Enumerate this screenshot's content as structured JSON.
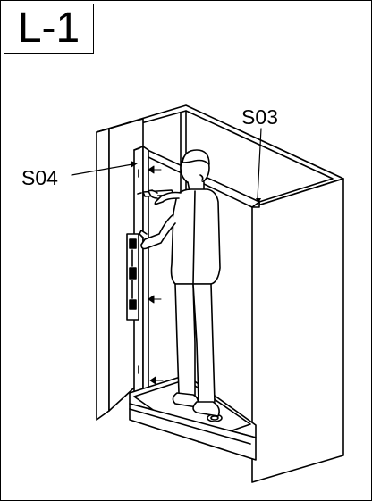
{
  "step": {
    "label": "L-1"
  },
  "callouts": {
    "s03": "S03",
    "s04": "S04"
  },
  "colors": {
    "line": "#000000",
    "panel": "#ffffff"
  }
}
